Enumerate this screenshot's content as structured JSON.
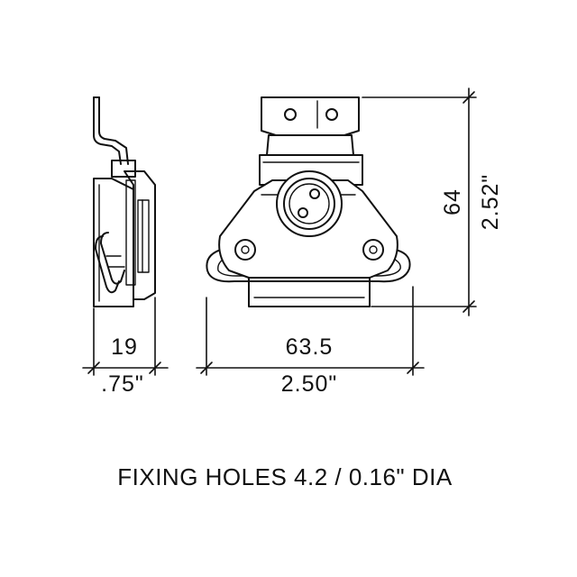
{
  "dimensions": {
    "side_width_mm": "19",
    "side_width_in": ".75\"",
    "front_width_mm": "63.5",
    "front_width_in": "2.50\"",
    "height_mm": "64",
    "height_in": "2.52\""
  },
  "caption": "FIXING HOLES  4.2 / 0.16\" DIA"
}
